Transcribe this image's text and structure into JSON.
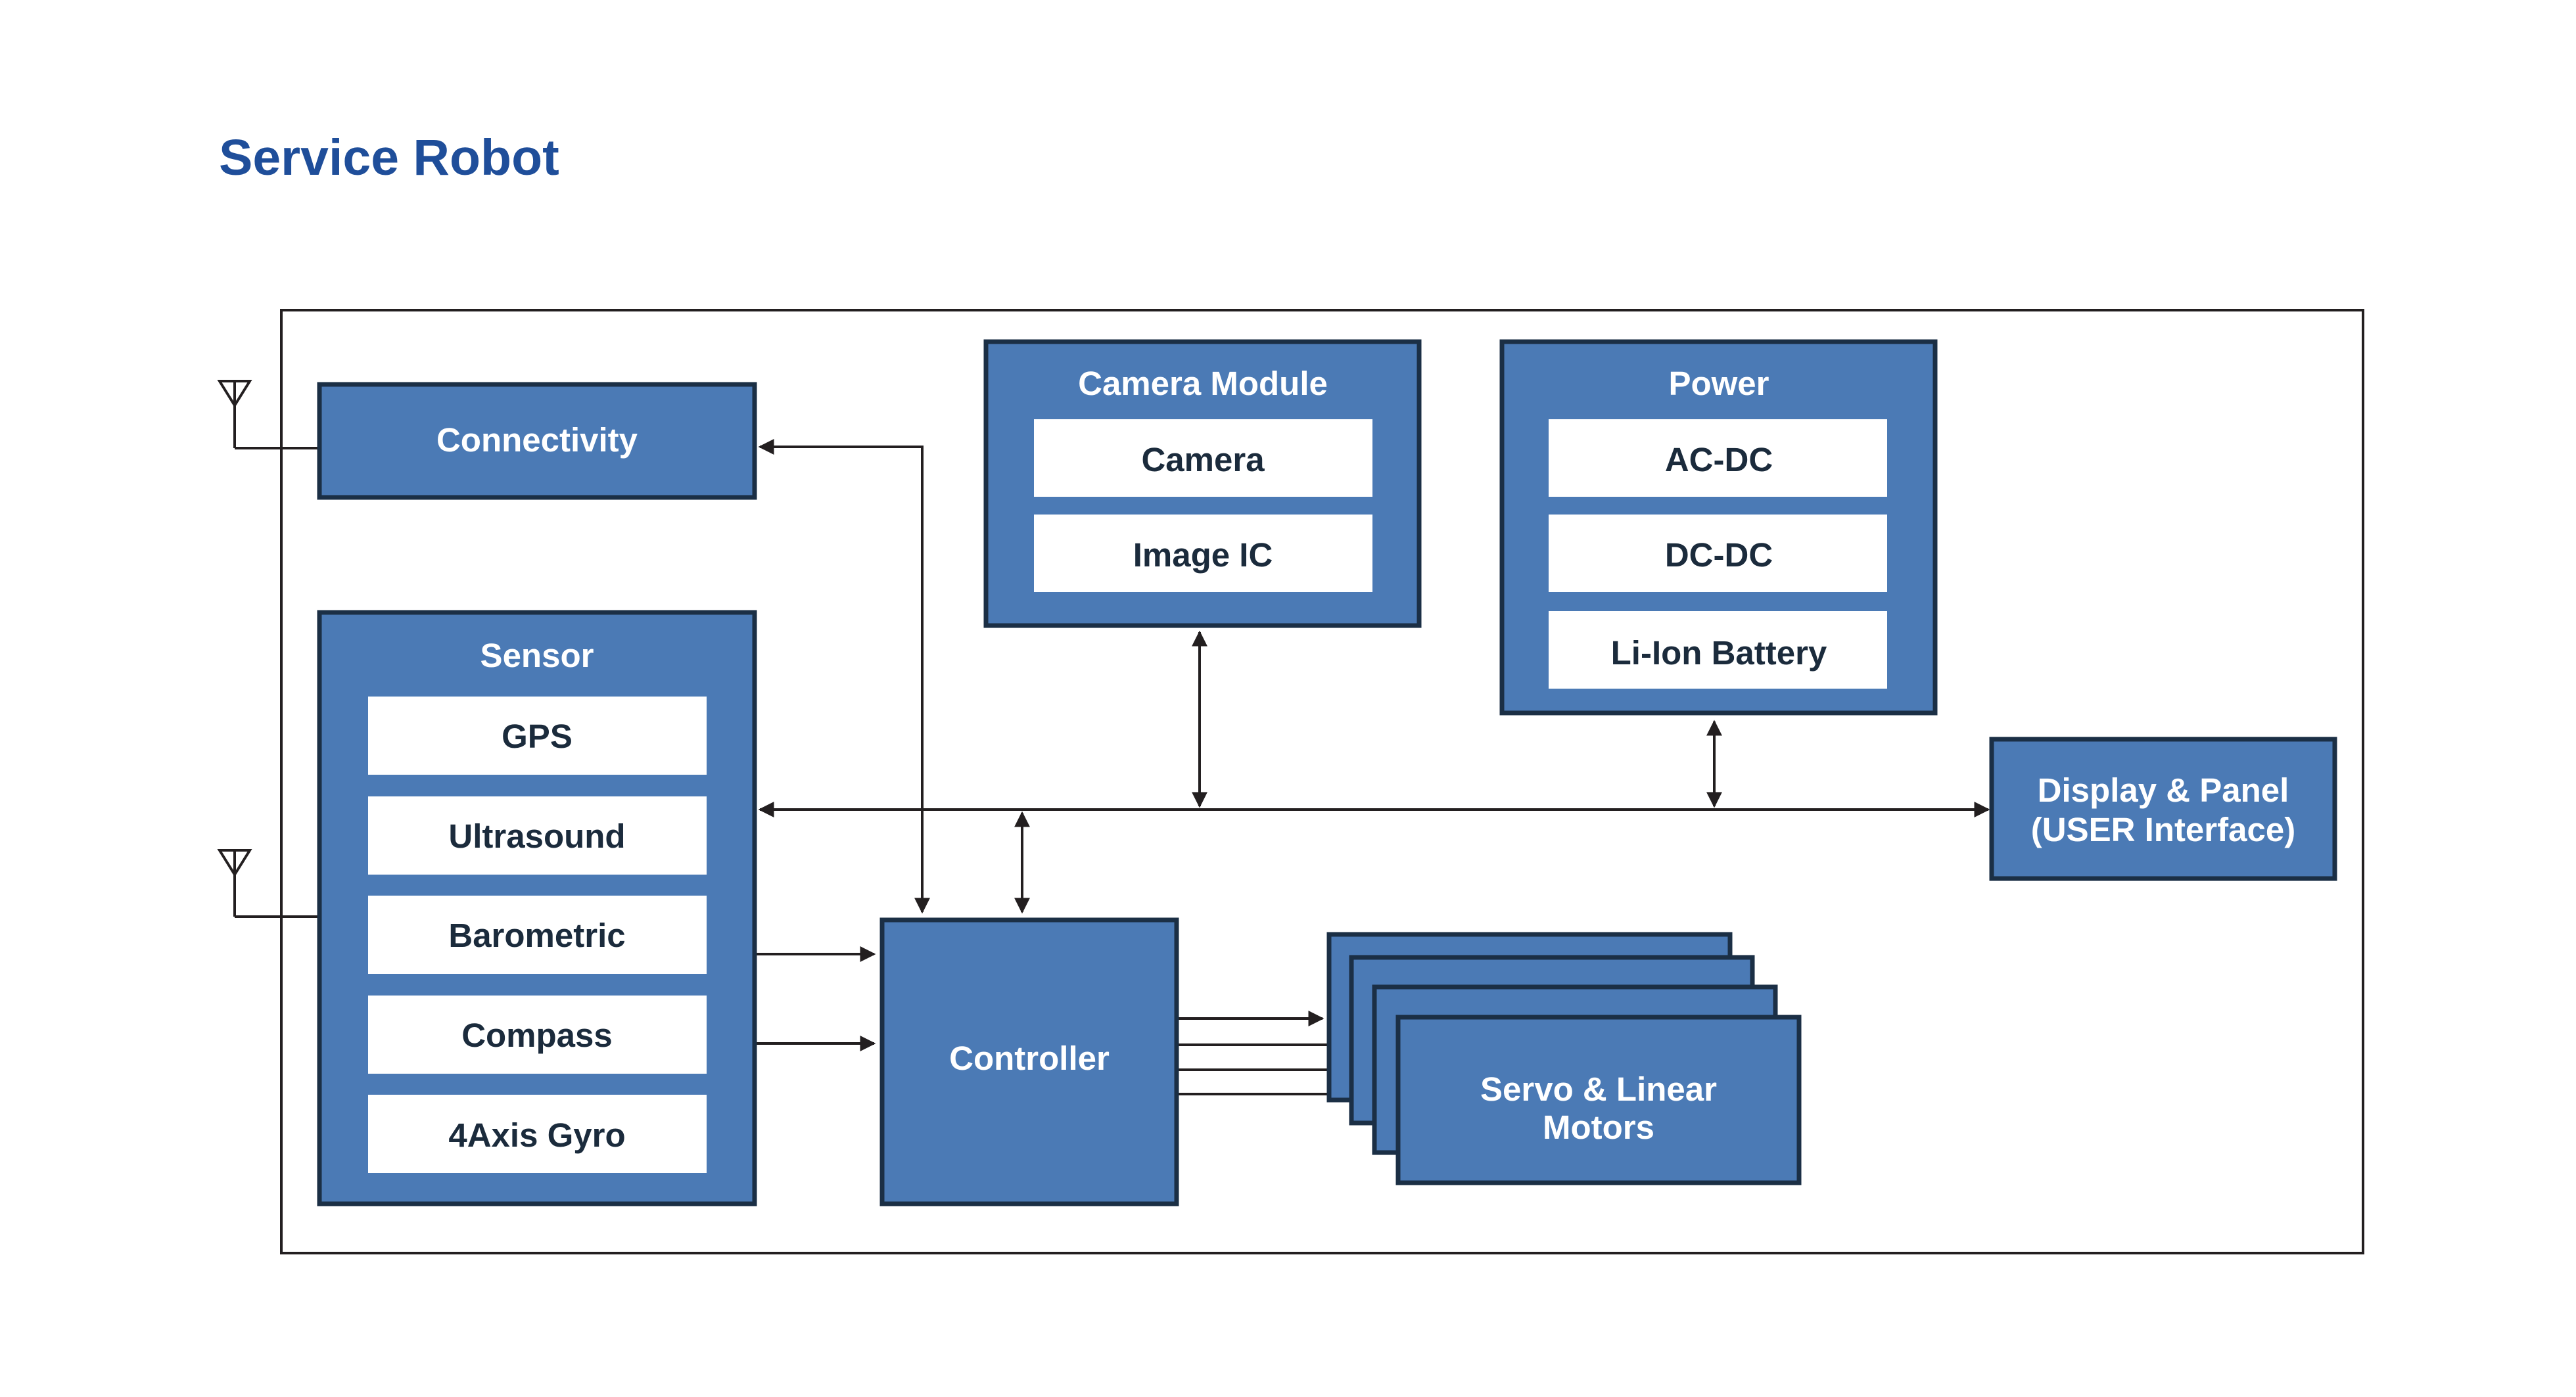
{
  "title": "Service Robot",
  "colors": {
    "title": "#1f4e9a",
    "block_fill": "#4b7ab5",
    "block_border": "#1b2f45",
    "inner_fill": "#ffffff",
    "inner_text": "#1b2b3c",
    "line": "#231f20"
  },
  "blocks": {
    "connectivity": {
      "label": "Connectivity"
    },
    "sensor": {
      "label": "Sensor",
      "items": [
        "GPS",
        "Ultrasound",
        "Barometric",
        "Compass",
        "4Axis Gyro"
      ]
    },
    "camera_module": {
      "label": "Camera Module",
      "items": [
        "Camera",
        "Image IC"
      ]
    },
    "power": {
      "label": "Power",
      "items": [
        "AC-DC",
        "DC-DC",
        "Li-Ion Battery"
      ]
    },
    "display": {
      "label_line1": "Display & Panel",
      "label_line2": "(USER Interface)"
    },
    "controller": {
      "label": "Controller"
    },
    "motors": {
      "label_line1": "Servo & Linear",
      "label_line2": "Motors"
    }
  }
}
